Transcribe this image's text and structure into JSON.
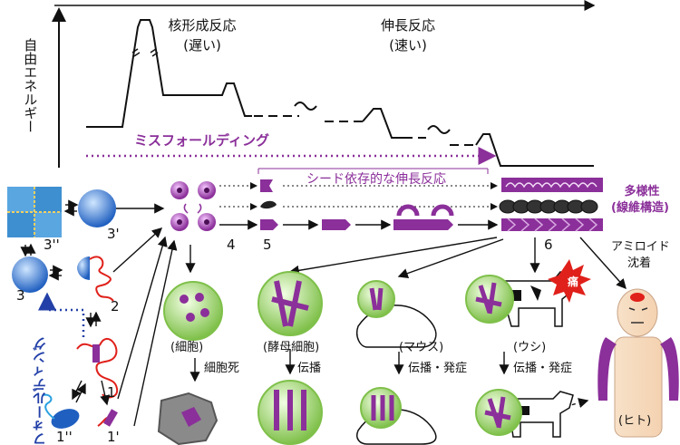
{
  "energy": {
    "y_axis_label": "自由エネルギー",
    "nucleation_label": "核形成反応",
    "nucleation_speed": "(遅い)",
    "elongation_label": "伸長反応",
    "elongation_speed": "(速い)",
    "misfolding_label": "ミスフォールディング"
  },
  "seed_label": "シード依存的な伸長反応",
  "polymorphism_label": "多様性",
  "polymorphism_sub": "(線維構造)",
  "folding_label": "フォールディング",
  "numbers": {
    "n3pp": "3''",
    "n3p": "3'",
    "n3": "3",
    "n2": "2",
    "n1": "1",
    "n1pp": "1''",
    "n1p": "1'",
    "n4": "4",
    "n5": "5",
    "n6": "6"
  },
  "cell": {
    "title": "(細胞)",
    "death": "細胞死"
  },
  "yeast": {
    "title": "(酵母細胞)",
    "caption": "伝播"
  },
  "mouse": {
    "title": "(マウス)",
    "caption": "伝播・発症"
  },
  "cow": {
    "title": "(ウシ)",
    "caption": "伝播・発症",
    "pain": "痛"
  },
  "human": {
    "deposit_1": "アミロイド",
    "deposit_2": "沈着",
    "title": "(ヒト)"
  },
  "colors": {
    "purple": "#8b2f9a",
    "blue": "#2340a8",
    "red": "#e0201a",
    "green": "#9ed36b"
  }
}
